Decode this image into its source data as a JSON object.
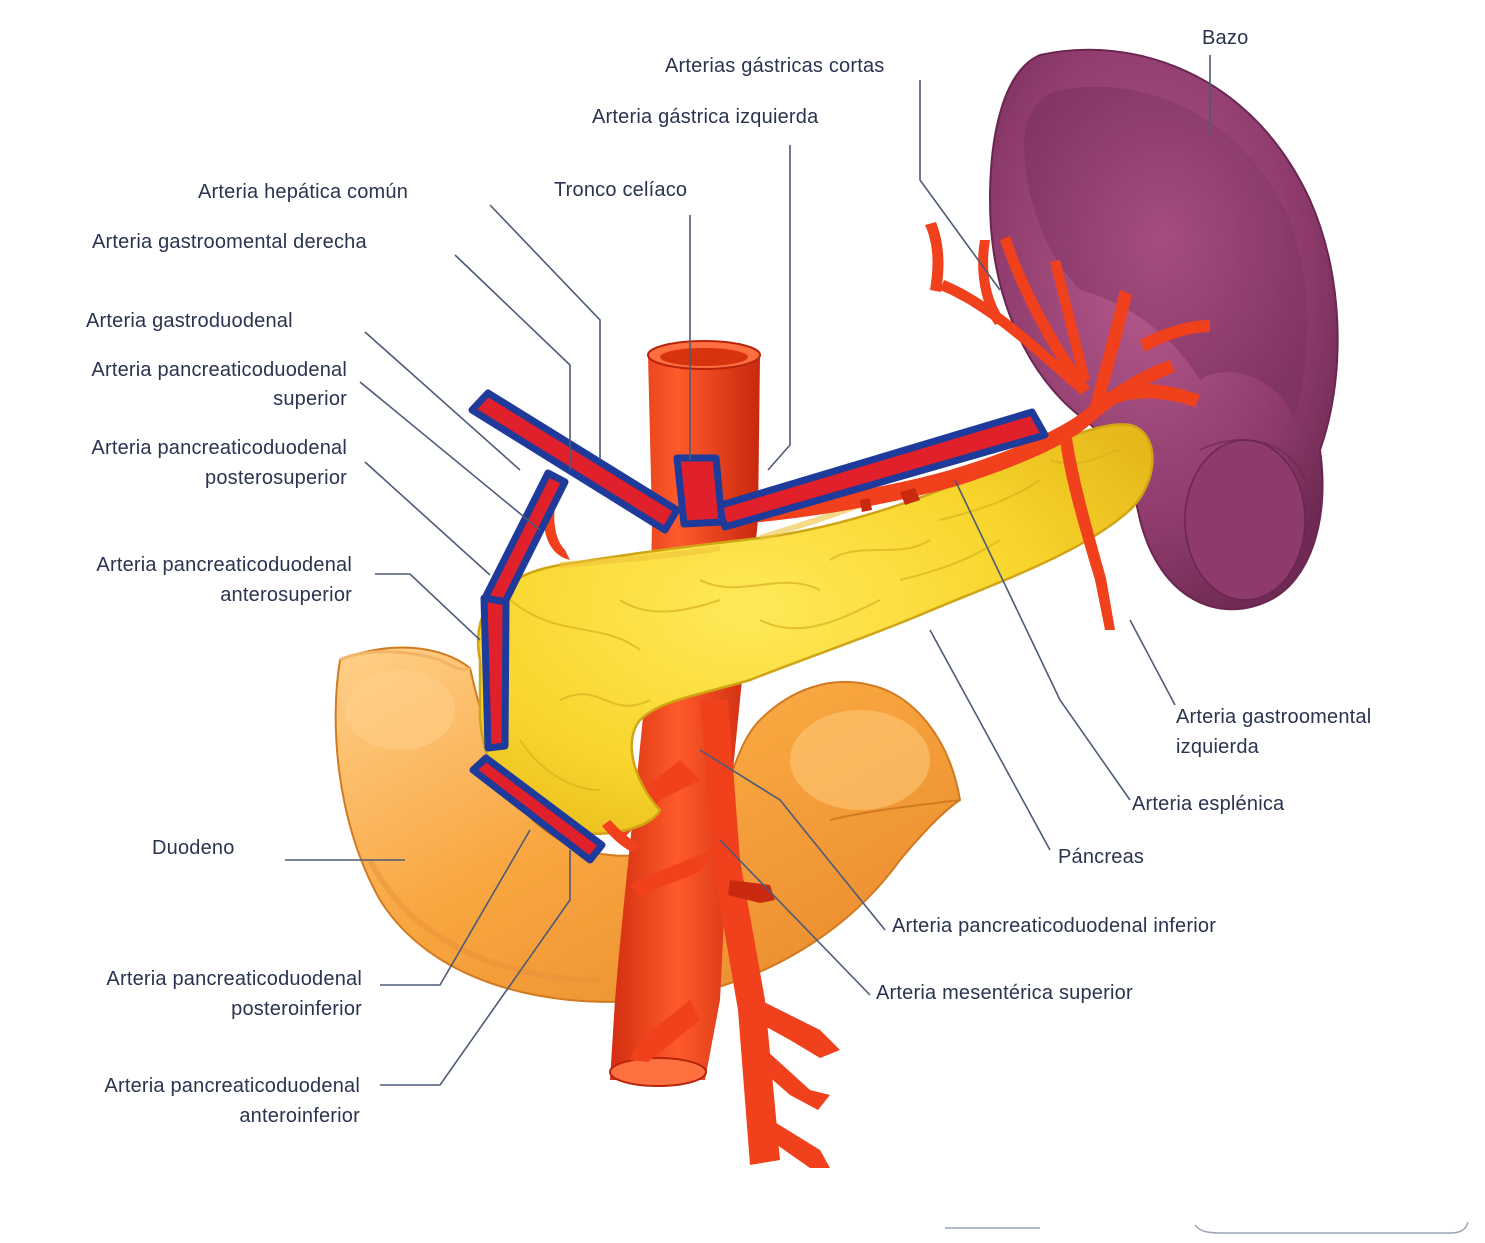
{
  "labels": {
    "bazo": "Bazo",
    "gastricas_cortas": "Arterias gástricas cortas",
    "gastrica_izq": "Arteria gástrica izquierda",
    "tronco_celiaco": "Tronco celíaco",
    "hepatica_comun": "Arteria hepática común",
    "gastroomental_der": "Arteria gastroomental derecha",
    "gastroduodenal": "Arteria gastroduodenal",
    "pd_superior_1": "Arteria pancreaticoduodenal",
    "pd_superior_2": "superior",
    "pd_postsup_1": "Arteria pancreaticoduodenal",
    "pd_postsup_2": "posterosuperior",
    "pd_antsup_1": "Arteria pancreaticoduodenal",
    "pd_antsup_2": "anterosuperior",
    "duodeno": "Duodeno",
    "pd_postinf_1": "Arteria pancreaticoduodenal",
    "pd_postinf_2": "posteroinferior",
    "pd_antinf_1": "Arteria pancreaticoduodenal",
    "pd_antinf_2": "anteroinferior",
    "gastroomental_izq_1": "Arteria gastroomental",
    "gastroomental_izq_2": "izquierda",
    "esplenica": "Arteria esplénica",
    "pancreas": "Páncreas",
    "pd_inferior": "Arteria pancreaticoduodenal inferior",
    "mesenterica_sup": "Arteria mesentérica superior"
  },
  "colors": {
    "highlight_fill": "#e0202a",
    "highlight_stroke": "#1e3a9a",
    "artery": "#f0401c",
    "pancreas": "#f6d42a",
    "duodenum": "#f7a23c",
    "spleen": "#8a3a6a",
    "label_text": "#2a3350"
  }
}
